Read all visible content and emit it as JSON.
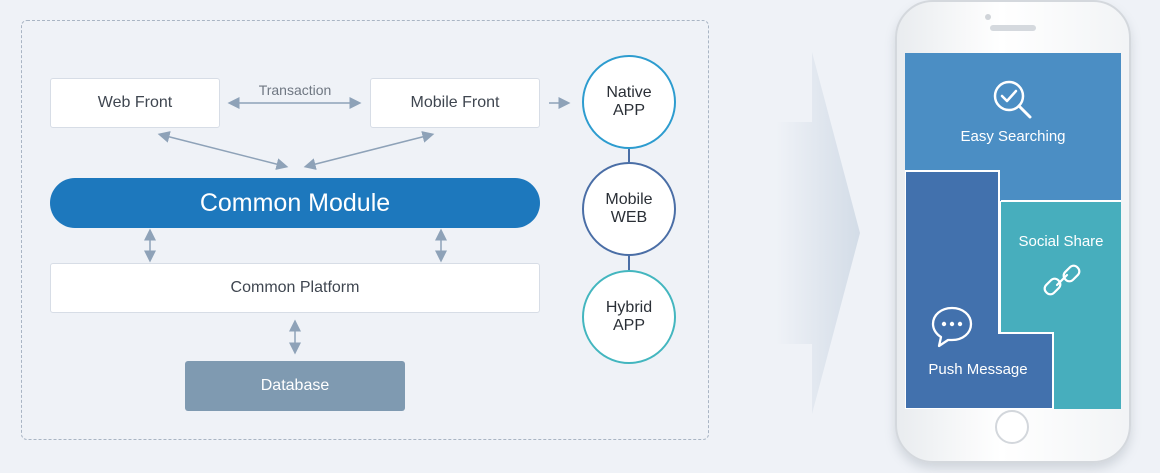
{
  "diagram": {
    "web_front": "Web Front",
    "mobile_front": "Mobile Front",
    "transaction": "Transaction",
    "common_module": "Common Module",
    "common_platform": "Common Platform",
    "database": "Database",
    "channels": [
      {
        "label": "Native\nAPP",
        "color": "#2d9ccf"
      },
      {
        "label": "Mobile\nWEB",
        "color": "#4a6ea6"
      },
      {
        "label": "Hybrid\nAPP",
        "color": "#43b6bf"
      }
    ]
  },
  "phone": {
    "tiles": [
      {
        "label": "Easy Searching",
        "icon": "search-check-icon",
        "color": "#4b8ec4"
      },
      {
        "label": "Social Share",
        "icon": "link-icon",
        "color": "#47aebd"
      },
      {
        "label": "Push Message",
        "icon": "chat-bubble-icon",
        "color": "#4271ad"
      }
    ]
  },
  "colors": {
    "accent": "#1d78bd",
    "database": "#7f9ab1",
    "connector": "#8ea2b8"
  }
}
